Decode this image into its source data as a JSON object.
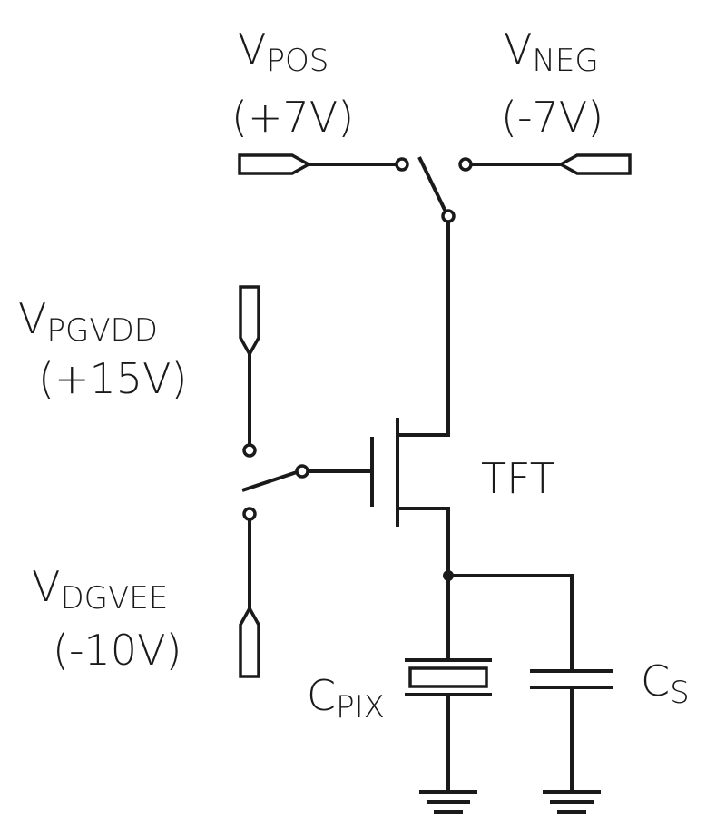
{
  "labels": {
    "vpos": {
      "main": "V",
      "sub": "POS",
      "value": "(+7V)"
    },
    "vneg": {
      "main": "V",
      "sub": "NEG",
      "value": "(-7V)"
    },
    "vpgvdd": {
      "main": "V",
      "sub": "PGVDD",
      "value": "(+15V)"
    },
    "vdgvee": {
      "main": "V",
      "sub": "DGVEE",
      "value": "(-10V)"
    },
    "tft": "TFT",
    "cpix": {
      "main": "C",
      "sub": "PIX"
    },
    "cs": {
      "main": "C",
      "sub": "S"
    }
  },
  "colors": {
    "stroke": "#1a1a1a",
    "background": "#ffffff"
  }
}
